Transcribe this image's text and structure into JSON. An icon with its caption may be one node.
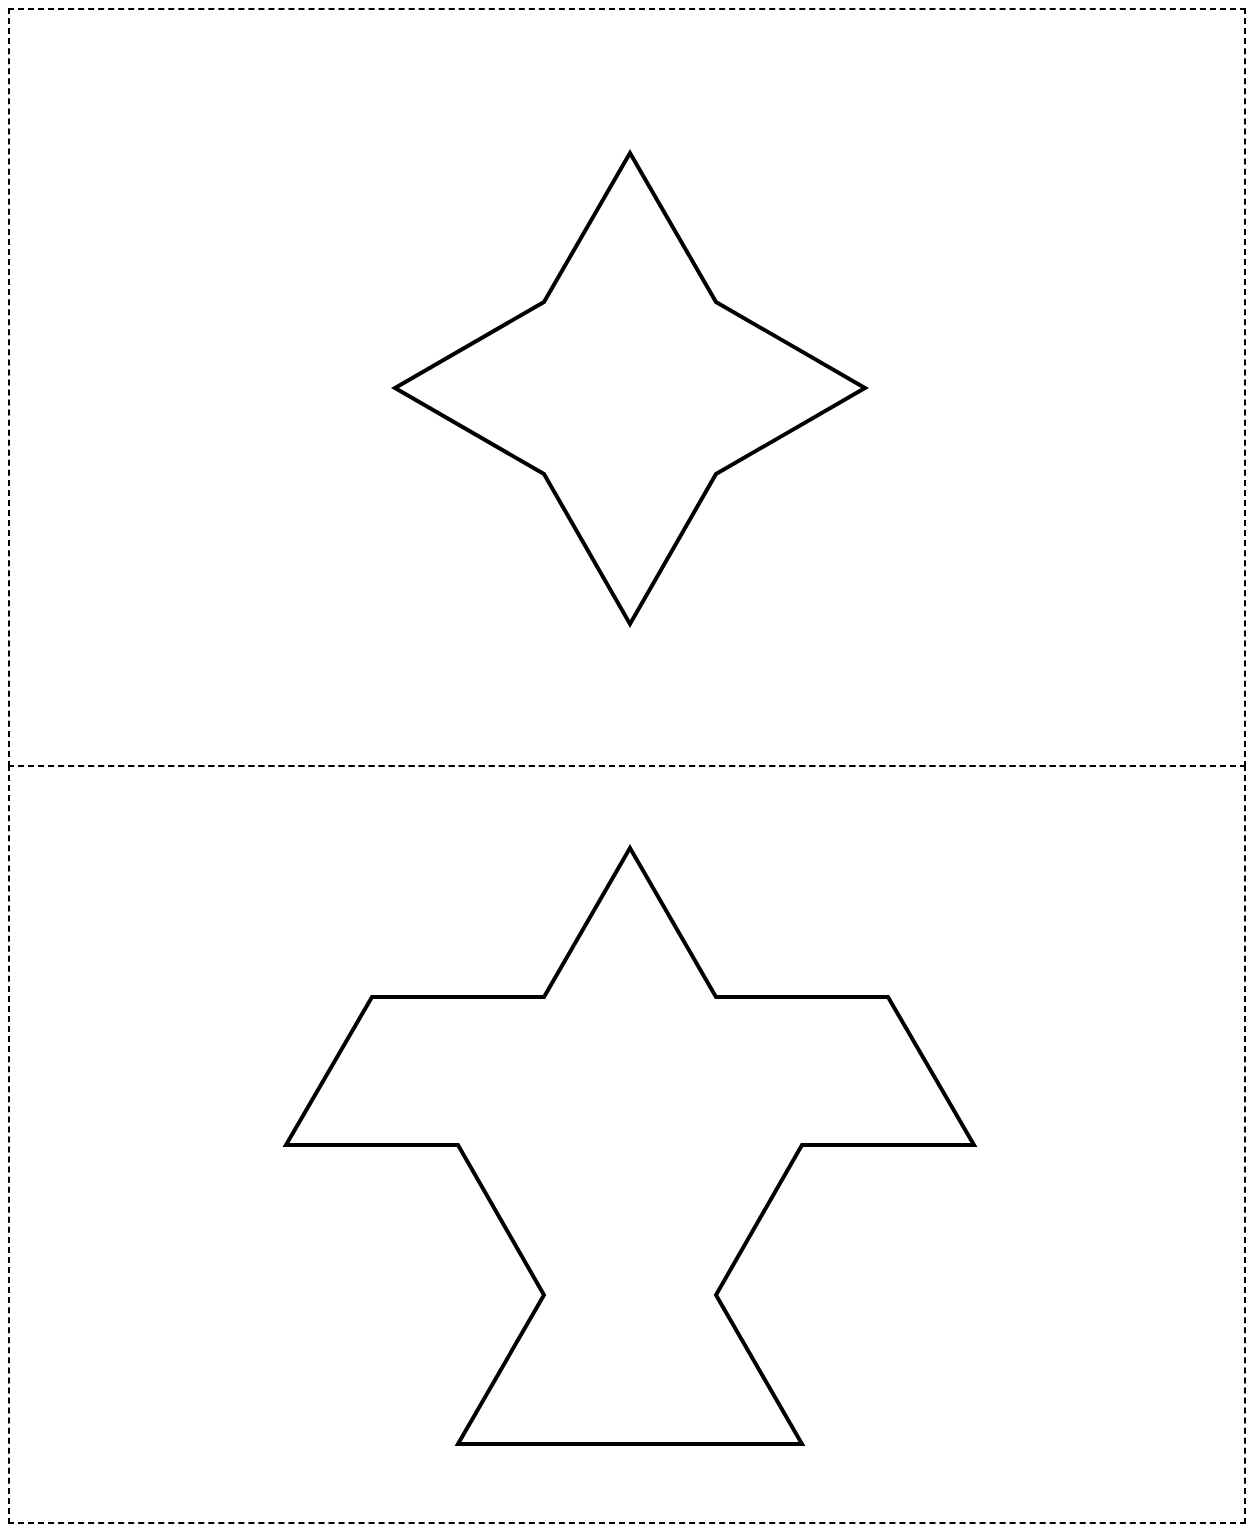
{
  "diagram": {
    "nodes": [
      {
        "text": [],
        "shape": "box"
      },
      {
        "text": [],
        "shape": "star",
        "in": 0
      },
      {
        "text": [],
        "shape": "box"
      },
      {
        "text": [],
        "shape": "polygon",
        "in": 2
      }
    ]
  }
}
